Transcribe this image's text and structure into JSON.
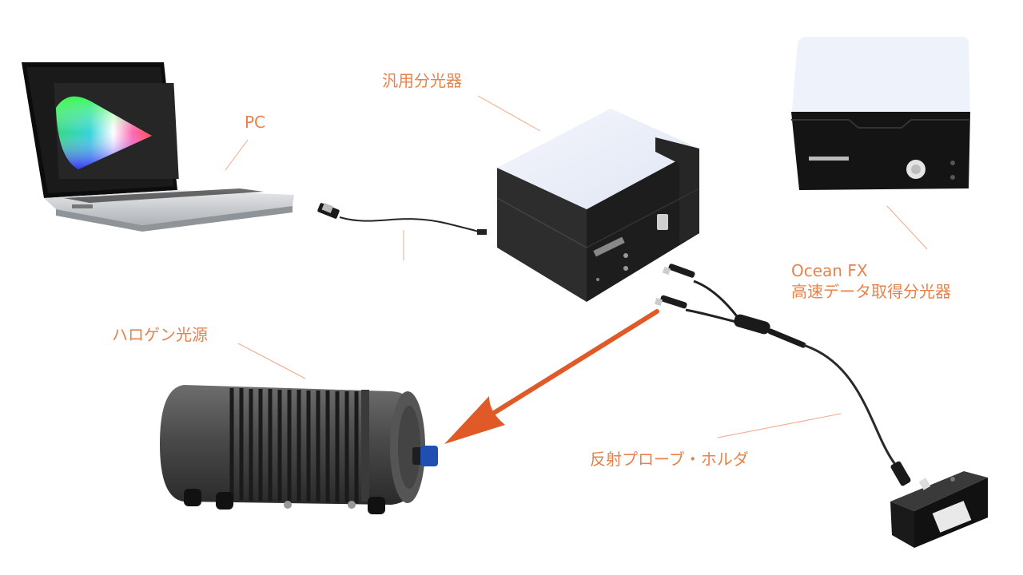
{
  "labels": {
    "pc": "PC",
    "general_spectrometer": "汎用分光器",
    "ocean_fx_line1": "Ocean FX",
    "ocean_fx_line2": "高速データ取得分光器",
    "halogen_source": "ハロゲン光源",
    "probe_holder": "反射プローブ・ホルダ"
  },
  "colors": {
    "label": "#e8824a",
    "leader": "#f0a88a",
    "arrow": "#e05a28",
    "device_body": "#2b2b2b",
    "device_top": "#eef2fa",
    "cap_blue": "#1f4fb0"
  }
}
